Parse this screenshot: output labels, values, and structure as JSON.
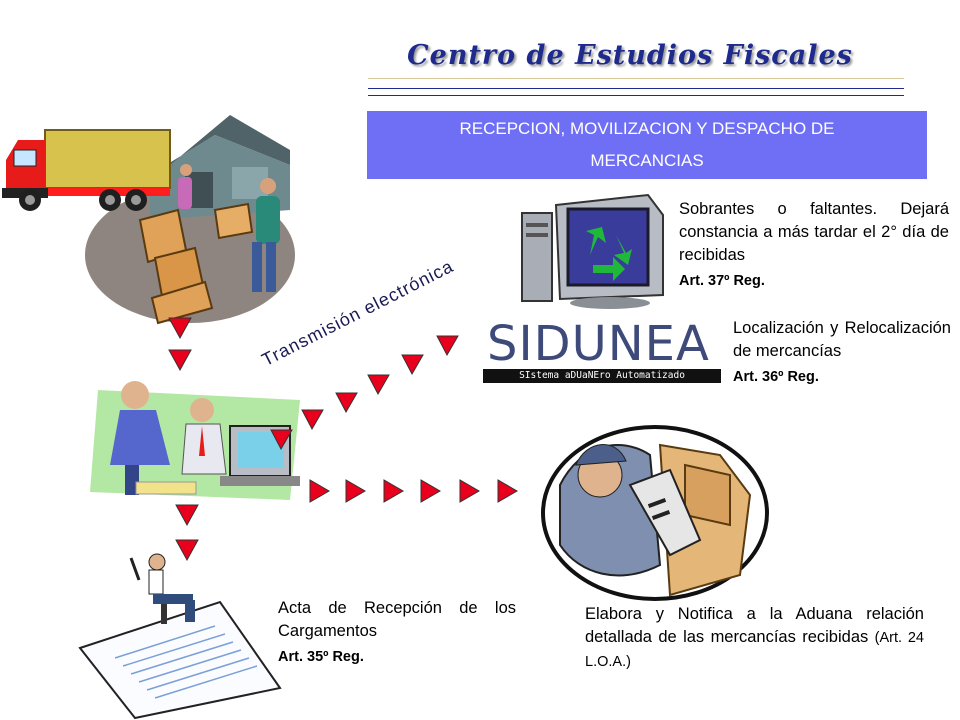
{
  "header": {
    "title": "Centro de Estudios Fiscales",
    "rule_colors": [
      "#d8c89a",
      "#1e2a8c",
      "#1e2a8c"
    ]
  },
  "banner": {
    "text": "RECEPCION, MOVILIZACION Y DESPACHO DE MERCANCIAS",
    "color": "#6f6ff5"
  },
  "steps": {
    "sobrantes": {
      "text": "Sobrantes o faltantes. Dejará constancia a más tardar el 2° día de recibidas",
      "article": "Art. 37º Reg."
    },
    "localizacion": {
      "text": "Localización y Relocalización de mercancías",
      "article": "Art. 36º Reg."
    },
    "acta": {
      "text": "Acta de Recepción de los Cargamentos",
      "article": "Art. 35º Reg."
    },
    "elabora": {
      "text": "Elabora y Notifica a la Aduana relación detallada de las mercancías recibidas",
      "article": "(Art. 24 L.O.A.)"
    }
  },
  "transmision_label": "Transmisión electrónica",
  "sidunea": {
    "logo_text": "SIDUNEA",
    "tagline": "SIstema aDUaNEro Automatizado"
  },
  "icons": {
    "truck": "truck-warehouse-icon",
    "computer": "recycle-computer-icon",
    "office": "office-workers-icon",
    "document": "document-person-icon",
    "customs": "customs-worker-icon"
  },
  "arrow_color": "#e8001c"
}
